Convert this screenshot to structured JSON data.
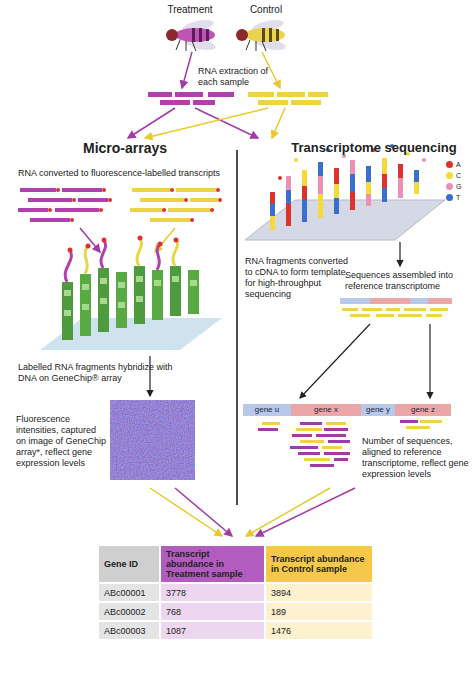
{
  "diagram": {
    "nodes": [
      {
        "text": [
          "gene u"
        ]
      },
      {
        "text": [
          "gene x"
        ]
      },
      {
        "text": [
          "gene y"
        ]
      },
      {
        "text": [
          "gene z"
        ]
      }
    ],
    "labels": [
      "Treatment",
      "Control",
      "RNA extraction of each sample",
      "Micro-arrays",
      "Transcriptome sequencing",
      "RNA converted to fluorescence-labelled transcripts",
      "Labelled RNA fragments hybridize with DNA on GeneChip® array",
      "Fluorescence intensities, captured on image of GeneChip array*, reflect gene expression levels",
      "RNA fragments converted to cDNA to form template for high-throughput sequencing",
      "Sequences assembled into reference transcriptome",
      "Number of sequences, aligned to reference transcriptome, reflect gene expression levels",
      "Gene ID",
      "Transcript abundance in Treatment sample",
      "Transcript abundance in Control sample",
      "ABc00001",
      "3778",
      "3894",
      "ABc00002",
      "768",
      "189",
      "ABc00003",
      "1087",
      "1476"
    ],
    "legend": [
      {
        "text": "A",
        "color": "#e0312f"
      },
      {
        "text": "C",
        "color": "#f3dc3a"
      },
      {
        "text": "G",
        "color": "#ee8fb4"
      },
      {
        "text": "T",
        "color": "#3a6fd0"
      }
    ]
  }
}
